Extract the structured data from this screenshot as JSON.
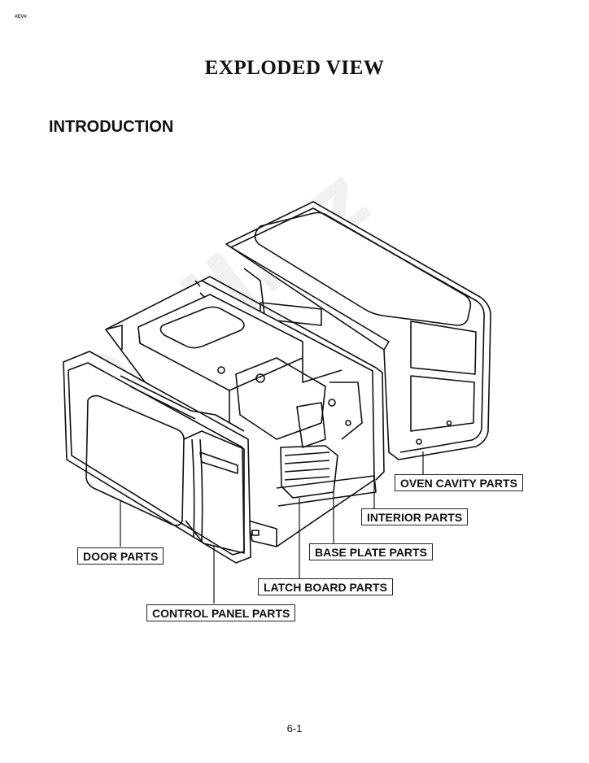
{
  "header_tag": "#EV#",
  "title": "EXPLODED VIEW",
  "section_heading": "INTRODUCTION",
  "watermark": "©DIJ.cz",
  "labels": {
    "oven_cavity": "OVEN CAVITY PARTS",
    "interior": "INTERIOR PARTS",
    "base_plate": "BASE PLATE PARTS",
    "door": "DOOR PARTS",
    "latch_board": "LATCH BOARD PARTS",
    "control_panel": "CONTROL PANEL PARTS"
  },
  "page_number": "6-1"
}
